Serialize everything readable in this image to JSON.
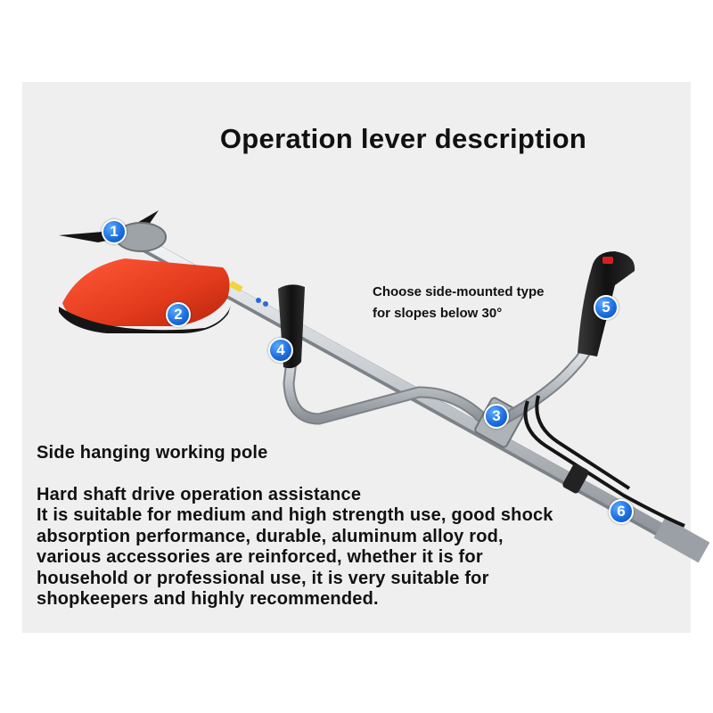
{
  "title": "Operation lever description",
  "note": {
    "line1": "Choose side-mounted type",
    "line2": "for slopes below 30°"
  },
  "side_label": "Side hanging working pole",
  "description": {
    "line1": "Hard shaft drive operation assistance",
    "line2": "It is suitable for medium and high strength use, good shock",
    "line3": "absorption performance, durable, aluminum alloy rod,",
    "line4": "various accessories are reinforced, whether it is for",
    "line5": "household or professional use, it is very suitable for",
    "line6": "shopkeepers and highly recommended."
  },
  "callouts": [
    "1",
    "2",
    "3",
    "4",
    "5",
    "6"
  ],
  "colors": {
    "panel_bg": "#efefef",
    "guard_red": "#e63b1f",
    "badge_blue": "#1d6fe0",
    "shaft_silver": "#c9cdd2",
    "grip_black": "#1b1b1b"
  }
}
